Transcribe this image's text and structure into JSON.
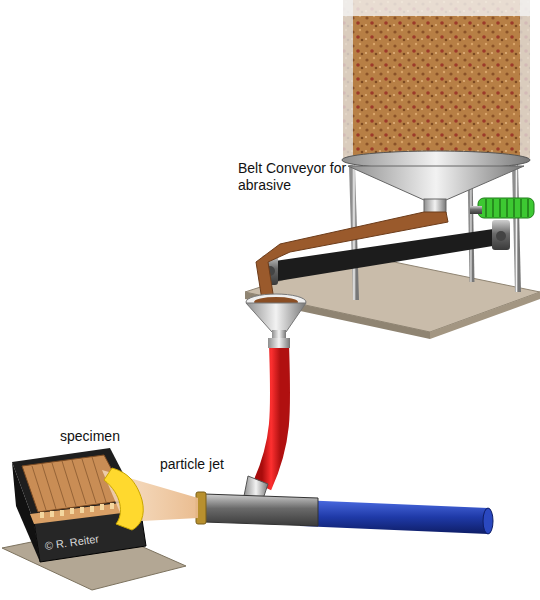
{
  "diagram": {
    "labels": [
      "Belt Conveyor for abrasive",
      "specimen",
      "particle jet",
      "© R. Reiter"
    ]
  }
}
